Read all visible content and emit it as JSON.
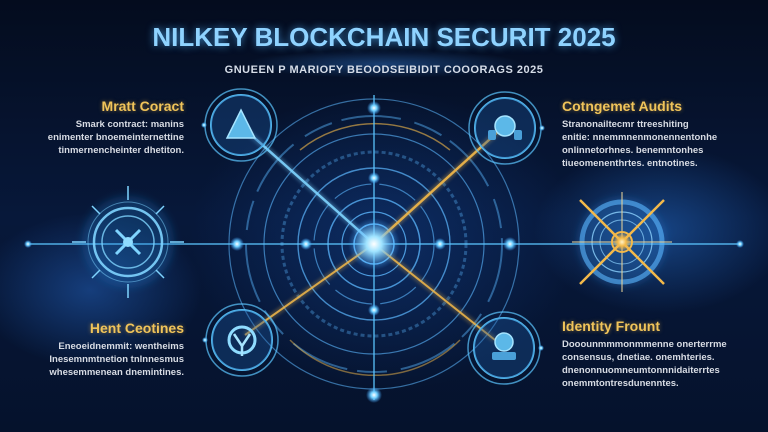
{
  "header": {
    "title": "NILKEY BLOCKCHAIN SECURIT 2025",
    "subtitle": "GNUEEN P MARIOFY BEOODSEIBIDIT COOORAGS 2025"
  },
  "sections": [
    {
      "position": "top-left",
      "heading": "Mratt Coract",
      "lines": [
        "Smark contract: manins",
        "enimenter bnoemeinternettine",
        "tinmernencheinter dhetiton."
      ],
      "icon": "triangle-icon"
    },
    {
      "position": "top-right",
      "heading": "Cotngemet Audits",
      "lines": [
        "Stranonailtecmr ttreeshiting",
        "enitie: nnemmnenmonennentonhe",
        "onlinnetorhnes. benemntonhes",
        "tiueomenenthrtes. entnotines."
      ],
      "icon": "node-cluster-icon"
    },
    {
      "position": "bottom-left",
      "heading": "Hent Ceotines",
      "lines": [
        "Eneoeidnemmit: wentheims",
        "Inesemnmtnetion tnlnnesmus",
        "whesemmenean dnemintines."
      ],
      "icon": "shield-gear-icon"
    },
    {
      "position": "bottom-right",
      "heading": "Identity Frount",
      "lines": [
        "Dooounmmmonmmenne onerterrme",
        "consensus, dnetiae. onemhteries.",
        "dnenonnuomneumtonnnidaiterrtes",
        "onemmtontresdunenntes."
      ],
      "icon": "identity-node-icon"
    }
  ],
  "side_emblems": [
    {
      "position": "left",
      "icon": "key-vault-icon",
      "color": "#4fc3ff"
    },
    {
      "position": "right",
      "icon": "crosshair-core-icon",
      "color": "#f3b94a"
    }
  ],
  "colors": {
    "background": "#06142e",
    "accent_blue": "#4fc3ff",
    "accent_gold": "#f3b94a",
    "title": "#8fd3ff",
    "heading": "#f0c45a"
  }
}
